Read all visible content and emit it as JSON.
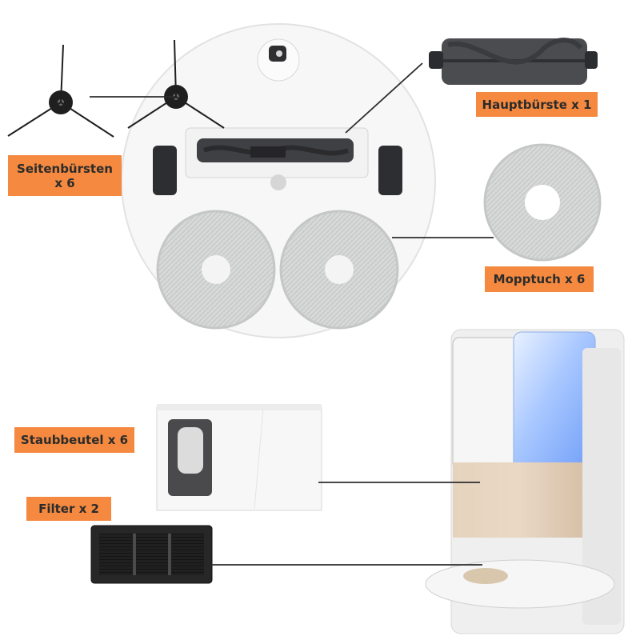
{
  "labels": {
    "side_brushes": "Seitenbürsten\nx 6",
    "main_brush": "Hauptbürste x 1",
    "mop_cloth": "Mopptuch x 6",
    "dust_bag": "Staubbeutel x 6",
    "filter": "Filter x 2"
  },
  "colors": {
    "label_bg": "#f4893f",
    "label_text": "#2b2b2b",
    "connector": "#2d2d2d"
  }
}
